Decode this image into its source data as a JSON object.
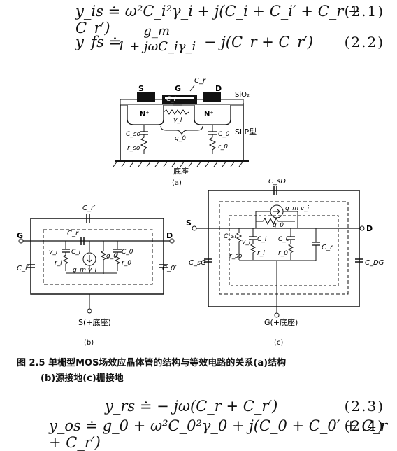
{
  "equations": [
    {
      "lhs": "y_is ≐ ω²C_i²γ_i + j(C_i + C_i′ + C_r + C_r′)",
      "number": "(2.1)"
    },
    {
      "lhs": "y_fs ≐",
      "frac_num": "g_m",
      "frac_den": "1 + jωC_iγ_i",
      "tail": "− j(C_r + C_r′)",
      "number": "(2.2)"
    },
    {
      "lhs": "y_rs ≐ − jω(C_r + C_r′)",
      "number": "(2.3)"
    },
    {
      "lhs": "y_os ≐ g_0 + ω²C_0²γ_0 + j(C_0 + C_0′ + C_r + C_r′)",
      "number": "(2.4)"
    }
  ],
  "fig_a": {
    "labels": {
      "s": "S",
      "g": "G",
      "d": "D",
      "cr": "C_r",
      "ci": "C_i",
      "sio2": "SiO₂",
      "nplus_l": "N⁺",
      "nplus_r": "N⁺",
      "gamma_i": "γ_i",
      "g0": "g_0",
      "cso": "C_so",
      "rso": "r_so",
      "c0": "C_0",
      "r0": "r_0",
      "si": "Si P型",
      "substrate": "底座"
    },
    "caption": "(a)"
  },
  "fig_b": {
    "labels": {
      "cr_prime": "C_r′",
      "cr": "C_r",
      "g": "G",
      "d": "D",
      "vi": "v_i",
      "ci": "C_i",
      "ri": "r_i",
      "gmvi": "g_m v_i",
      "g0": "g_0",
      "c0": "C_0",
      "r0": "r_0",
      "ci_prime": "C_i′",
      "c0_prime": "C_0′",
      "s": "S(+底座)"
    },
    "caption": "(b)"
  },
  "fig_c": {
    "labels": {
      "csd": "C_sD",
      "gmvi": "g_m v_i",
      "g0": "g_0",
      "s": "S",
      "d": "D",
      "csi": "C_si",
      "vi": "v_i",
      "ci": "C_i",
      "ri": "r_i",
      "c0": "C_0",
      "r0": "r_0",
      "cr": "C_r",
      "rso": "r_so",
      "csg": "C_sG",
      "cdg": "C_DG",
      "g": "G(+底座)"
    },
    "caption": "(c)"
  },
  "caption": {
    "line1": "图 2.5  单栅型MOS场效应晶体管的结构与等效电路的关系(a)结构",
    "line2": "(b)源接地(c)栅接地"
  }
}
